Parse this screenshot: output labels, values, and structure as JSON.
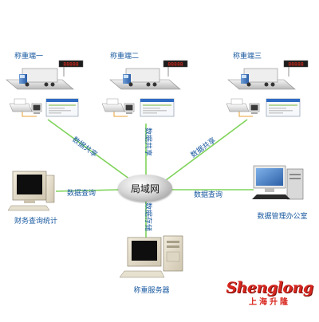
{
  "stations": [
    {
      "label": "称重端一",
      "display": "88888"
    },
    {
      "label": "称重端二",
      "display": "88888"
    },
    {
      "label": "称重端三",
      "display": "88888"
    }
  ],
  "hub": {
    "label": "局域网"
  },
  "connections": {
    "share_1": "数据共享",
    "share_2": "数据共享",
    "share_3": "数据共享",
    "query_left": "数据查询",
    "query_right": "数据查询",
    "storage": "数据存储"
  },
  "nodes": {
    "finance": "财务查询统计",
    "management": "数据管理办公室",
    "server": "称重服务器"
  },
  "brand": {
    "name": "Shenglong",
    "sub": "上海升隆"
  },
  "colors": {
    "line": "#7fd35a",
    "label": "#1a5aa0",
    "display_text": "#ff2a1a",
    "brand": "#d8261e"
  }
}
